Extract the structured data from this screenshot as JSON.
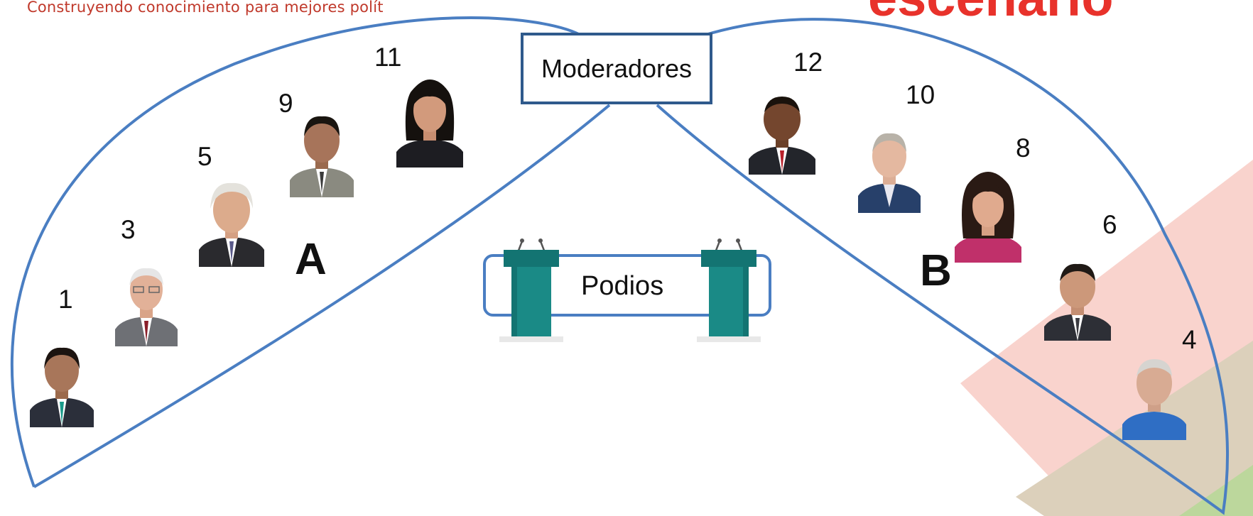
{
  "header": {
    "tagline": "Construyendo conocimiento para mejores polít",
    "brand_partial": "escenario"
  },
  "diagram": {
    "moderators_label": "Moderadores",
    "podiums_label": "Podios",
    "group_a_label": "A",
    "group_b_label": "B",
    "group_a": [
      {
        "number": "1",
        "portrait": "man-dark-suit-teal-tie"
      },
      {
        "number": "3",
        "portrait": "older-man-glasses-grey-suit"
      },
      {
        "number": "5",
        "portrait": "older-man-white-hair"
      },
      {
        "number": "9",
        "portrait": "man-dark-hair-suit"
      },
      {
        "number": "11",
        "portrait": "woman-dark-hair"
      }
    ],
    "group_b": [
      {
        "number": "12",
        "portrait": "man-dark-suit-red-tie"
      },
      {
        "number": "10",
        "portrait": "man-grey-hair-blue-blazer"
      },
      {
        "number": "8",
        "portrait": "woman-dark-hair-smiling"
      },
      {
        "number": "6",
        "portrait": "man-dark-suit"
      },
      {
        "number": "4",
        "portrait": "older-man-blue-shirt"
      }
    ]
  },
  "colors": {
    "outline": "#4a7ec2",
    "box_border": "#2f5a8c",
    "podium": "#1a7f7d",
    "brand_red": "#e8322b",
    "bg_pink": "#f6c6c0",
    "bg_tan": "#d7ccb6",
    "bg_green": "#b9d39a"
  }
}
